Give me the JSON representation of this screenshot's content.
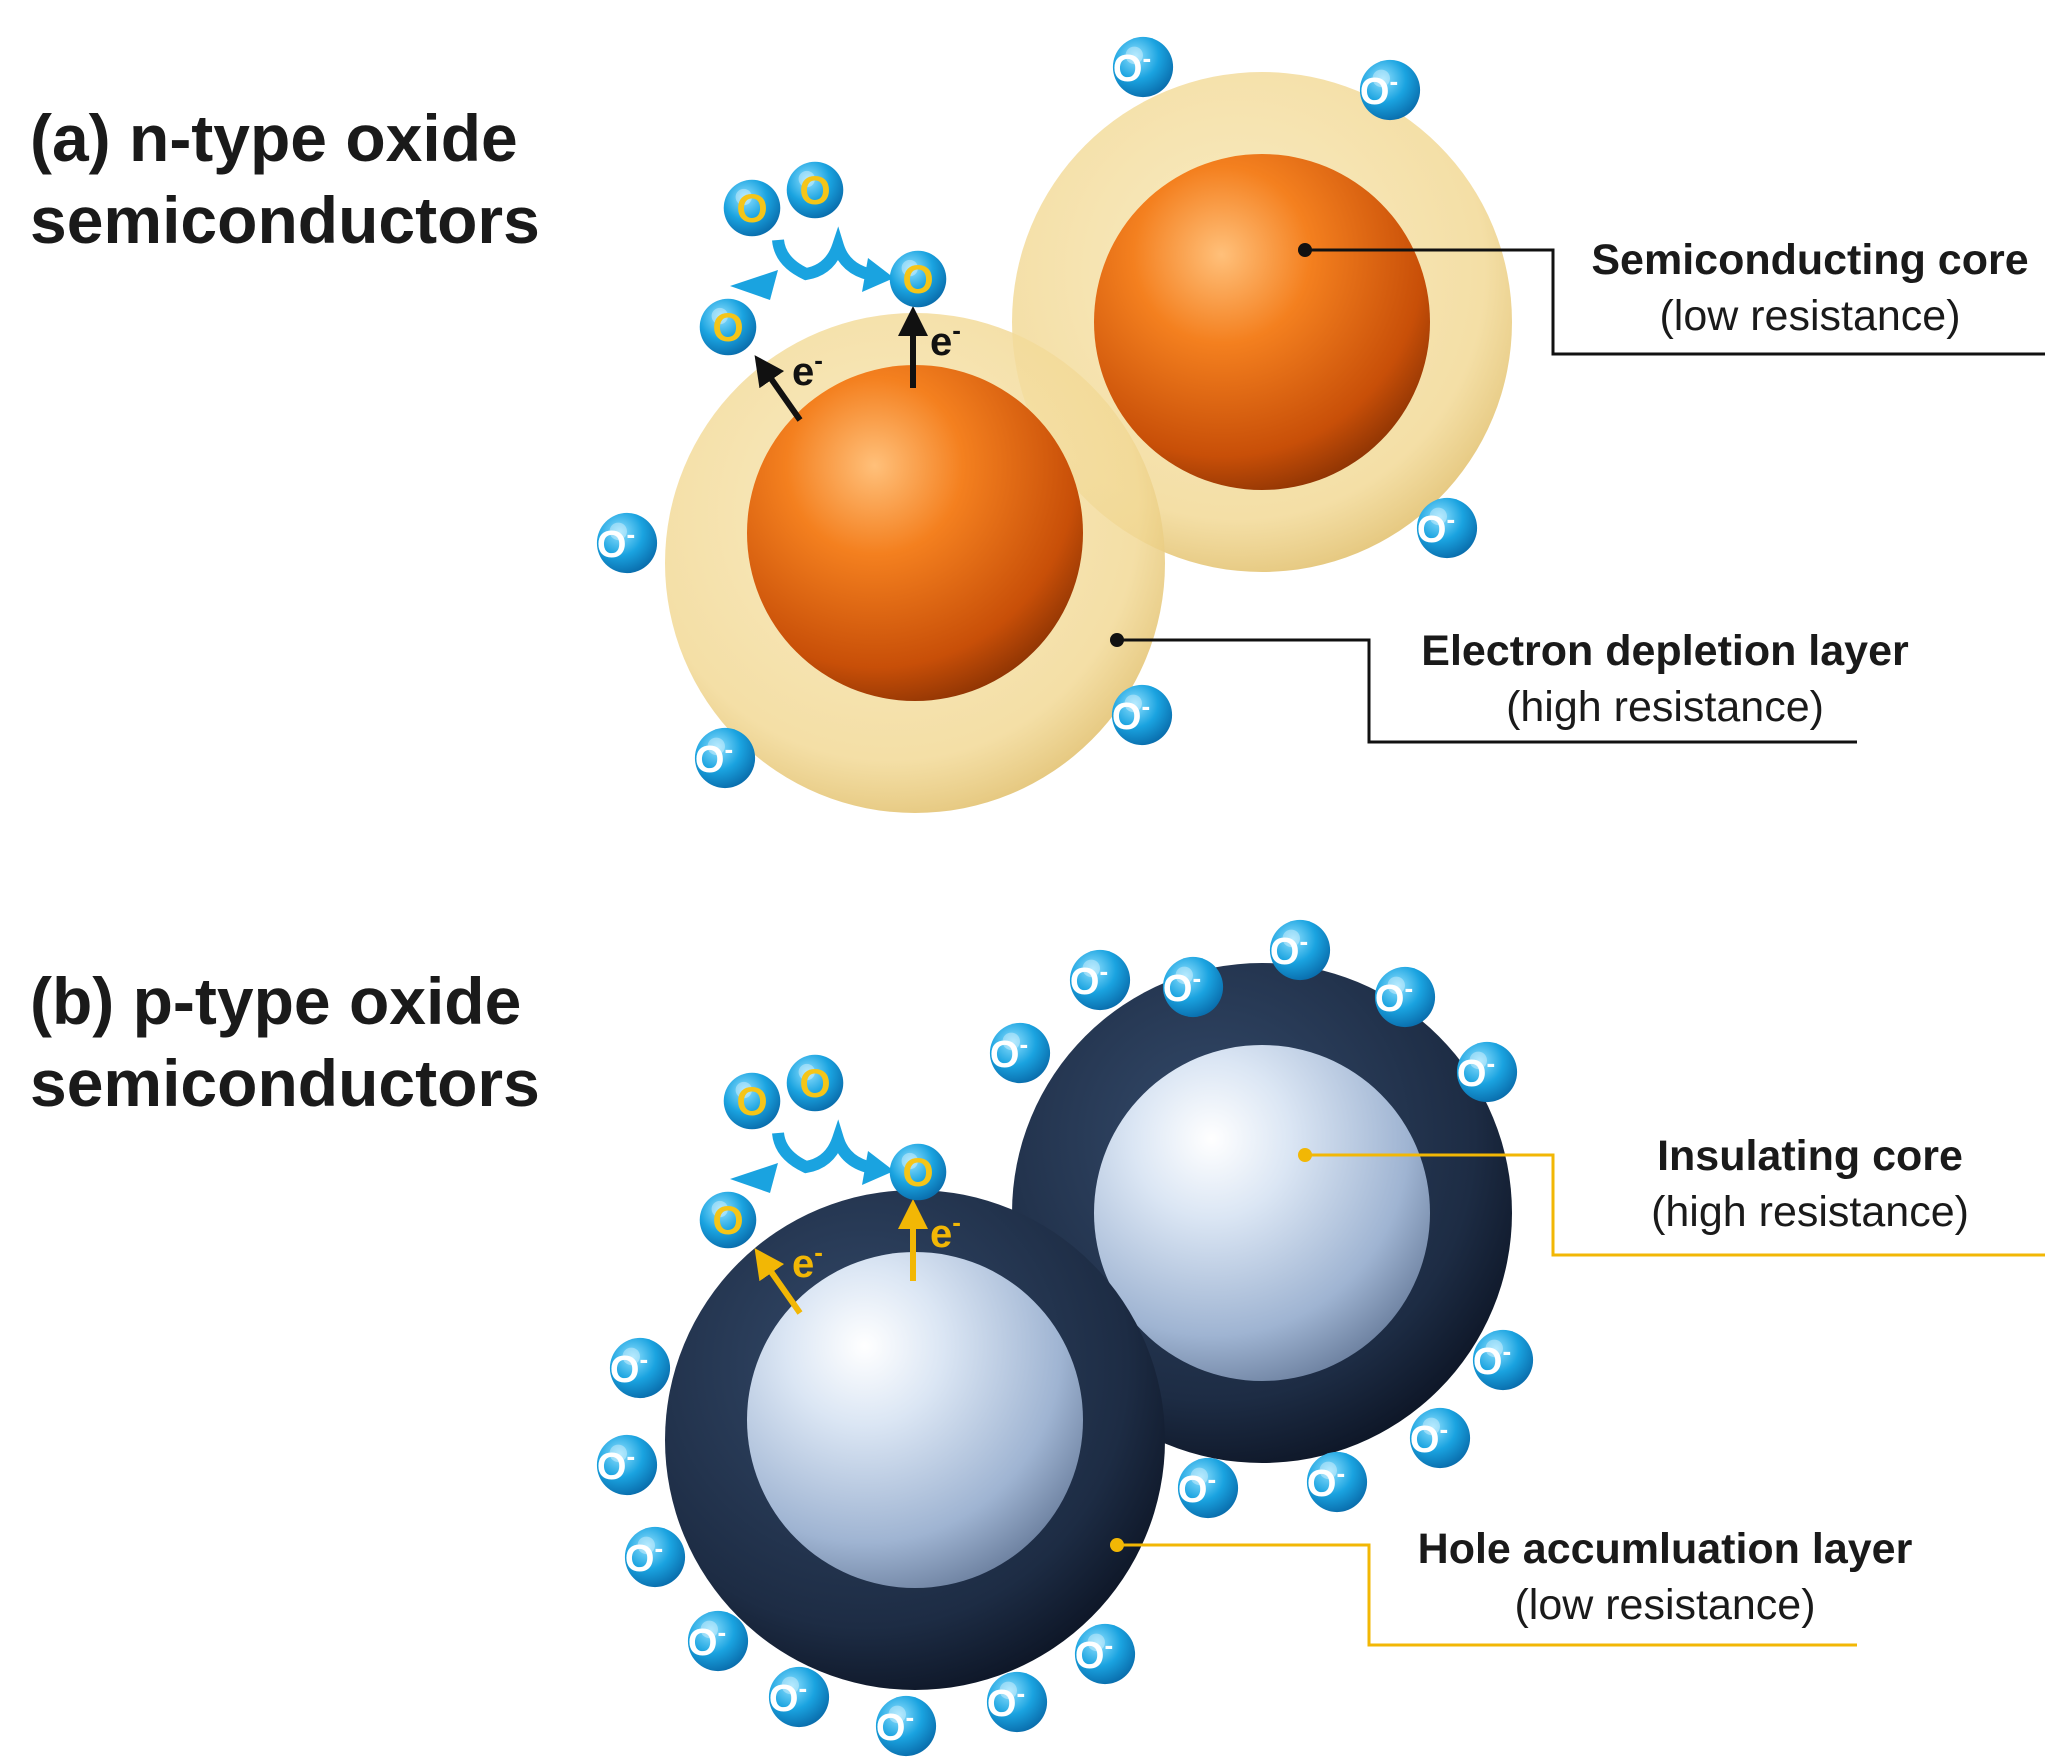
{
  "panel_a": {
    "title_line1": "(a) n-type oxide",
    "title_line2": "semiconductors",
    "core_label": "Semiconducting core",
    "core_sub": "(low resistance)",
    "layer_label": "Electron depletion layer",
    "layer_sub": "(high resistance)",
    "leader_color": "#111111",
    "arrow_color": "#111111"
  },
  "panel_b": {
    "title_line1": "(b) p-type oxide",
    "title_line2": "semiconductors",
    "core_label": "Insulating core",
    "core_sub": "(high resistance)",
    "layer_label": "Hole accumluation layer",
    "layer_sub": "(low resistance)",
    "leader_color": "#f2b705",
    "arrow_color": "#f2b705"
  },
  "molecule_symbol": "O",
  "ion_symbol": "O",
  "ion_charge": "-",
  "electron_symbol": "e",
  "electron_charge": "-",
  "colors": {
    "ion_fill": "#1aa3e0",
    "molecule_o_color": "#f5c518",
    "n_core": "#e8620e",
    "n_shell": "#f3dc9c",
    "p_core": "#b8cce6",
    "p_shell": "#1c2b42"
  },
  "icons": [
    "oxygen-ion-icon",
    "oxygen-molecule-icon",
    "electron-arrow-icon",
    "curved-reaction-arrow-icon"
  ]
}
